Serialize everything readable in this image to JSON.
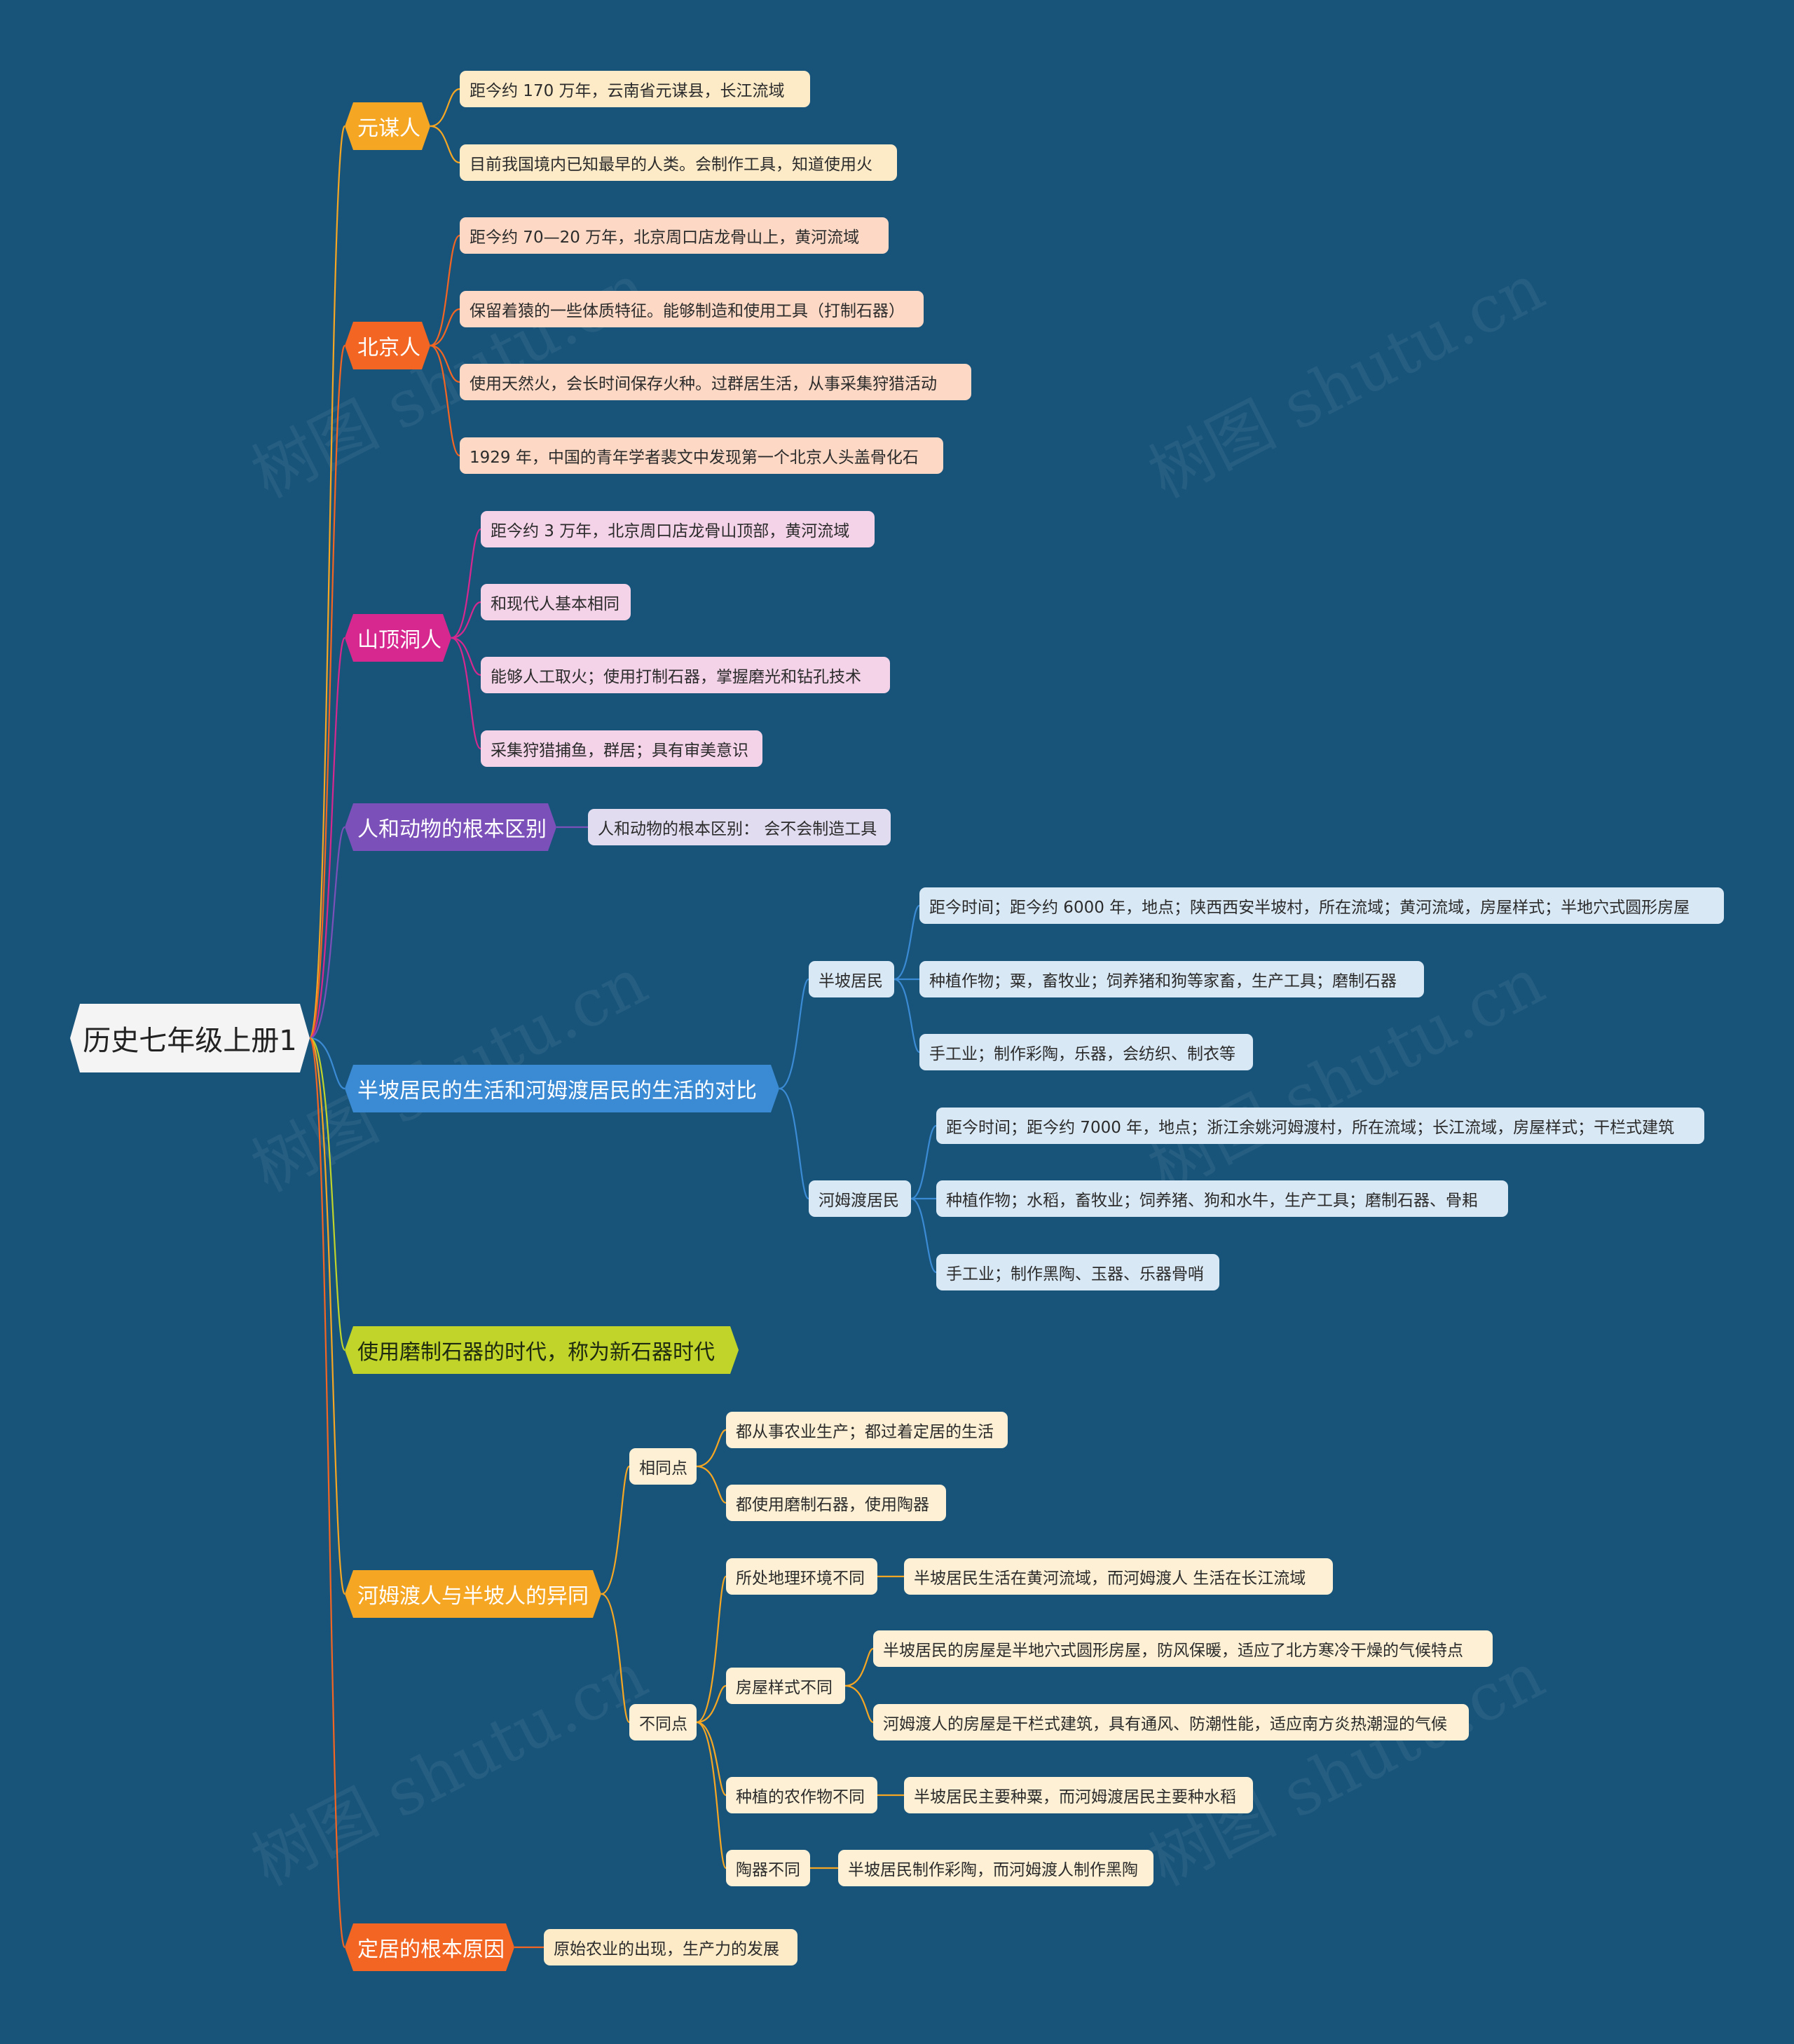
{
  "root": {
    "label": "历史七年级上册1"
  },
  "watermark": "树图 shutu.cn",
  "colors": {
    "background": "#18547a",
    "yuanmou": "#f5a623",
    "beijing": "#f26522",
    "shanding": "#d6288f",
    "renhe": "#7b50b8",
    "banpo": "#3b8bd4",
    "xinshiqi": "#c0d42a",
    "hemudu": "#f5a623",
    "dingju": "#f26522"
  },
  "branches": {
    "yuanmou": {
      "label": "元谋人",
      "items": [
        "距今约 170 万年，云南省元谋县，长江流域",
        "目前我国境内已知最早的人类。会制作工具，知道使用火"
      ]
    },
    "beijing": {
      "label": "北京人",
      "items": [
        "距今约 70—20 万年，北京周口店龙骨山上，黄河流域",
        "保留着猿的一些体质特征。能够制造和使用工具（打制石器）",
        "使用天然火，会长时间保存火种。过群居生活，从事采集狩猎活动",
        "1929 年，中国的青年学者裴文中发现第一个北京人头盖骨化石"
      ]
    },
    "shanding": {
      "label": "山顶洞人",
      "items": [
        "距今约 3 万年，北京周口店龙骨山顶部，黄河流域",
        "和现代人基本相同",
        "能够人工取火；使用打制石器，掌握磨光和钻孔技术",
        "采集狩猎捕鱼，群居；具有审美意识"
      ]
    },
    "renhe": {
      "label": "人和动物的根本区别",
      "items": [
        "人和动物的根本区别： 会不会制造工具"
      ]
    },
    "banpo": {
      "label": "半坡居民的生活和河姆渡居民的生活的对比",
      "groups": [
        {
          "label": "半坡居民",
          "items": [
            "距今时间；距今约 6000 年，地点；陕西西安半坡村，所在流域；黄河流域，房屋样式；半地穴式圆形房屋",
            "种植作物；粟，畜牧业；饲养猪和狗等家畜，生产工具；磨制石器",
            "手工业；制作彩陶，乐器，会纺织、制衣等"
          ]
        },
        {
          "label": "河姆渡居民",
          "items": [
            "距今时间；距今约 7000 年，地点；浙江余姚河姆渡村，所在流域；长江流域，房屋样式；干栏式建筑",
            "种植作物；水稻，畜牧业；饲养猪、狗和水牛，生产工具；磨制石器、骨耜",
            "手工业；制作黑陶、玉器、乐器骨哨"
          ]
        }
      ]
    },
    "xinshiqi": {
      "label": "使用磨制石器的时代，称为新石器时代"
    },
    "hemudu": {
      "label": "河姆渡人与半坡人的异同",
      "same": {
        "label": "相同点",
        "items": [
          "都从事农业生产；都过着定居的生活",
          "都使用磨制石器，使用陶器"
        ]
      },
      "diff": {
        "label": "不同点",
        "groups": [
          {
            "label": "所处地理环境不同",
            "items": [
              "半坡居民生活在黄河流域，而河姆渡人 生活在长江流域"
            ]
          },
          {
            "label": "房屋样式不同",
            "items": [
              "半坡居民的房屋是半地穴式圆形房屋，防风保暖，适应了北方寒冷干燥的气候特点",
              "河姆渡人的房屋是干栏式建筑，具有通风、防潮性能，适应南方炎热潮湿的气候"
            ]
          },
          {
            "label": "种植的农作物不同",
            "items": [
              "半坡居民主要种粟，而河姆渡居民主要种水稻"
            ]
          },
          {
            "label": "陶器不同",
            "items": [
              "半坡居民制作彩陶，而河姆渡人制作黑陶"
            ]
          }
        ]
      }
    },
    "dingju": {
      "label": "定居的根本原因",
      "items": [
        "原始农业的出现，生产力的发展"
      ]
    }
  }
}
